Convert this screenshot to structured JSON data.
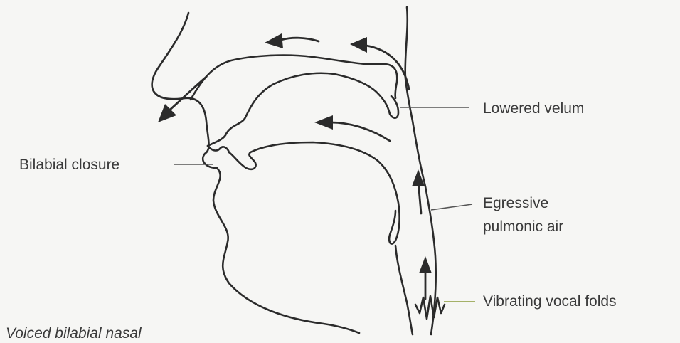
{
  "labels": {
    "lowered_velum": "Lowered velum",
    "bilabial_closure": "Bilabial closure",
    "egressive_line1": "Egressive",
    "egressive_line2": "pulmonic air",
    "vibrating_vocal_folds": "Vibrating vocal folds"
  },
  "caption": "Voiced bilabial nasal",
  "colors": {
    "line": "#2b2b2b",
    "text": "#3a3a3a",
    "accent_leader": "#8a9a3a",
    "background": "#f6f6f4"
  }
}
